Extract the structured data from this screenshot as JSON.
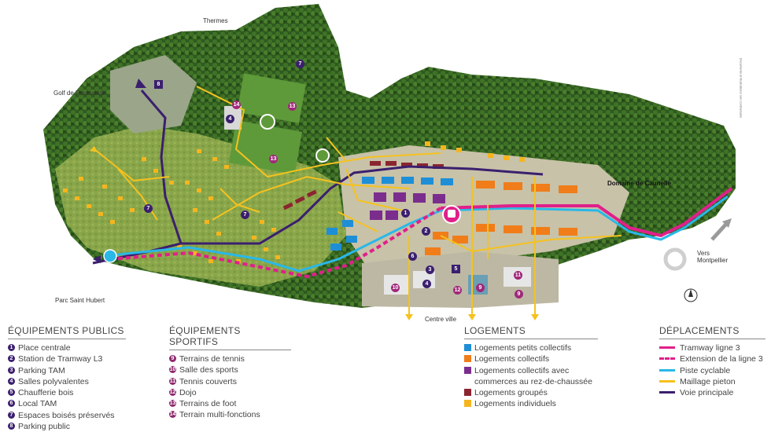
{
  "places": {
    "thermes": "Thermes",
    "golf": "Golf de Fontcaude",
    "parc": "Parc Saint Hubert",
    "centre": "Centre ville",
    "domaine": "Domaine de Caunelle",
    "vers": "Vers",
    "montpellier": "Montpellier"
  },
  "note": "Documents et illustrations non contractuels",
  "legend": {
    "publics": {
      "title": "ÉQUIPEMENTS PUBLICS",
      "items": [
        {
          "n": "1",
          "label": "Place centrale"
        },
        {
          "n": "2",
          "label": "Station de Tramway L3"
        },
        {
          "n": "3",
          "label": "Parking TAM"
        },
        {
          "n": "4",
          "label": "Salles polyvalentes"
        },
        {
          "n": "5",
          "label": "Chaufferie bois"
        },
        {
          "n": "6",
          "label": "Local TAM"
        },
        {
          "n": "7",
          "label": "Espaces boisés préservés"
        },
        {
          "n": "8",
          "label": "Parking public"
        }
      ]
    },
    "sportifs": {
      "title": "ÉQUIPEMENTS SPORTIFS",
      "items": [
        {
          "n": "9",
          "label": "Terrains de tennis"
        },
        {
          "n": "10",
          "label": "Salle des sports"
        },
        {
          "n": "11",
          "label": "Tennis couverts"
        },
        {
          "n": "12",
          "label": "Dojo"
        },
        {
          "n": "13",
          "label": "Terrains de foot"
        },
        {
          "n": "14",
          "label": "Terrain multi-fonctions"
        }
      ]
    },
    "logements": {
      "title": "LOGEMENTS",
      "items": [
        {
          "color": "#1e8fd6",
          "label": "Logements petits collectifs"
        },
        {
          "color": "#f07d1a",
          "label": "Logements collectifs"
        },
        {
          "color": "#7b2d8e",
          "label": "Logements collectifs avec",
          "label2": "commerces au rez-de-chaussée"
        },
        {
          "color": "#8b2530",
          "label": "Logements groupés"
        },
        {
          "color": "#f5b51e",
          "label": "Logements individuels"
        }
      ]
    },
    "deplacements": {
      "title": "DÉPLACEMENTS",
      "items": [
        {
          "style": "solid",
          "color": "#e0208a",
          "label": "Tramway ligne 3"
        },
        {
          "style": "dash",
          "color": "#e0208a",
          "label": "Extension de la ligne 3"
        },
        {
          "style": "solid",
          "color": "#29b8e8",
          "label": "Piste cyclable"
        },
        {
          "style": "solid",
          "color": "#f5c21e",
          "label": "Maillage pieton"
        },
        {
          "style": "solid",
          "color": "#3b1f6e",
          "label": "Voie principale"
        }
      ]
    }
  },
  "badges": {
    "b1": "1",
    "b2": "2",
    "b3": "3",
    "b4": "4",
    "b5": "5",
    "b6": "6",
    "b7": "7",
    "b8": "8",
    "b9": "9",
    "b10": "10",
    "b11": "11",
    "b12": "12",
    "b13": "13",
    "b14": "14"
  }
}
